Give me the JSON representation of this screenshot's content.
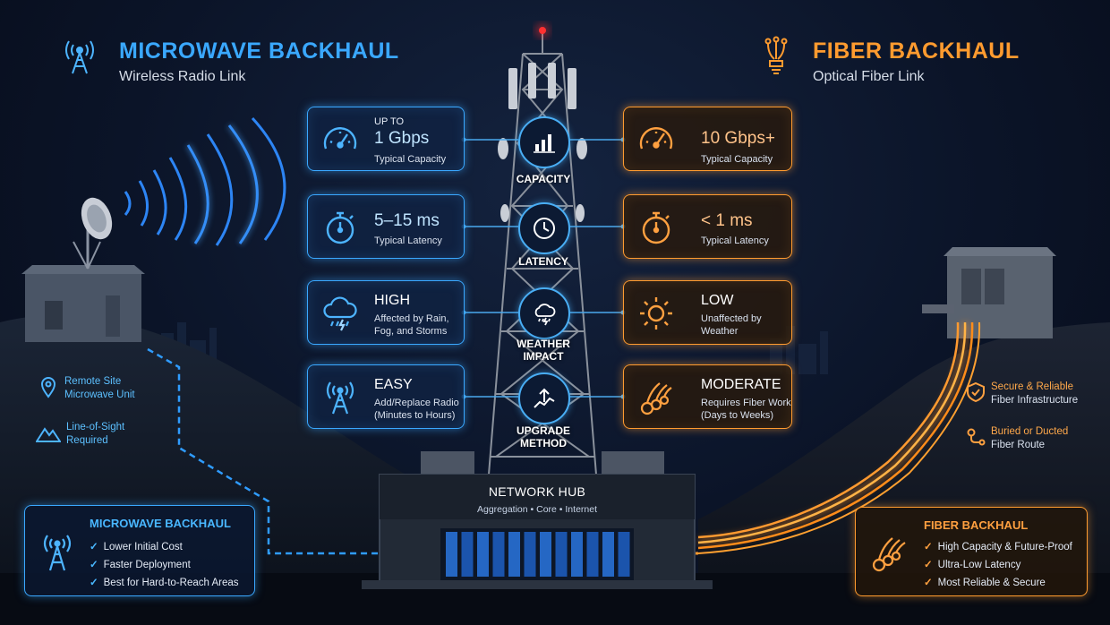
{
  "colors": {
    "microwave": "#3aa8ff",
    "fiber": "#ff9b2f",
    "background": "#0b1428"
  },
  "left_header": {
    "icon": "radio-tower-icon",
    "title": "MICROWAVE BACKHAUL",
    "subtitle": "Wireless Radio Link"
  },
  "right_header": {
    "icon": "fiber-optic-icon",
    "title": "FIBER BACKHAUL",
    "subtitle": "Optical Fiber Link"
  },
  "categories": [
    {
      "label": "CAPACITY",
      "icon": "bar-chart-icon"
    },
    {
      "label": "LATENCY",
      "icon": "clock-icon"
    },
    {
      "label_line1": "WEATHER",
      "label_line2": "IMPACT",
      "icon": "storm-cloud-icon"
    },
    {
      "label_line1": "UPGRADE",
      "label_line2": "METHOD",
      "icon": "upgrade-arrow-icon"
    }
  ],
  "microwave": {
    "capacity": {
      "prefix": "UP TO",
      "value": "1 Gbps",
      "desc": "Typical Capacity",
      "icon": "speedometer-icon"
    },
    "latency": {
      "value": "5–15 ms",
      "desc": "Typical Latency",
      "icon": "stopwatch-icon"
    },
    "weather": {
      "value": "HIGH",
      "desc1": "Affected by Rain,",
      "desc2": "Fog, and Storms",
      "icon": "storm-cloud-icon"
    },
    "upgrade": {
      "value": "EASY",
      "desc1": "Add/Replace Radio",
      "desc2": "(Minutes to Hours)",
      "icon": "radio-tower-icon"
    }
  },
  "fiber": {
    "capacity": {
      "value": "10 Gbps+",
      "desc": "Typical Capacity",
      "icon": "speedometer-icon"
    },
    "latency": {
      "value": "< 1 ms",
      "desc": "Typical Latency",
      "icon": "stopwatch-icon"
    },
    "weather": {
      "value": "LOW",
      "desc1": "Unaffected by",
      "desc2": "Weather",
      "icon": "sun-icon"
    },
    "upgrade": {
      "value": "MODERATE",
      "desc1": "Requires Fiber Work",
      "desc2": "(Days to Weeks)",
      "icon": "fiber-optic-icon"
    }
  },
  "left_notes": [
    {
      "icon": "location-pin-icon",
      "line1": "Remote Site",
      "line2": "Microwave Unit"
    },
    {
      "icon": "mountain-icon",
      "line1": "Line-of-Sight",
      "line2": "Required"
    }
  ],
  "right_notes": [
    {
      "icon": "shield-check-icon",
      "line1": "Secure & Reliable",
      "line2": "Fiber Infrastructure"
    },
    {
      "icon": "route-icon",
      "line1": "Buried or Ducted",
      "line2": "Fiber Route"
    }
  ],
  "hub": {
    "title": "NETWORK HUB",
    "subtitle": "Aggregation • Core • Internet"
  },
  "microwave_summary": {
    "title": "MICROWAVE BACKHAUL",
    "items": [
      "Lower Initial Cost",
      "Faster Deployment",
      "Best for Hard-to-Reach Areas"
    ]
  },
  "fiber_summary": {
    "title": "FIBER BACKHAUL",
    "items": [
      "High Capacity & Future-Proof",
      "Ultra-Low Latency",
      "Most Reliable & Secure"
    ]
  }
}
